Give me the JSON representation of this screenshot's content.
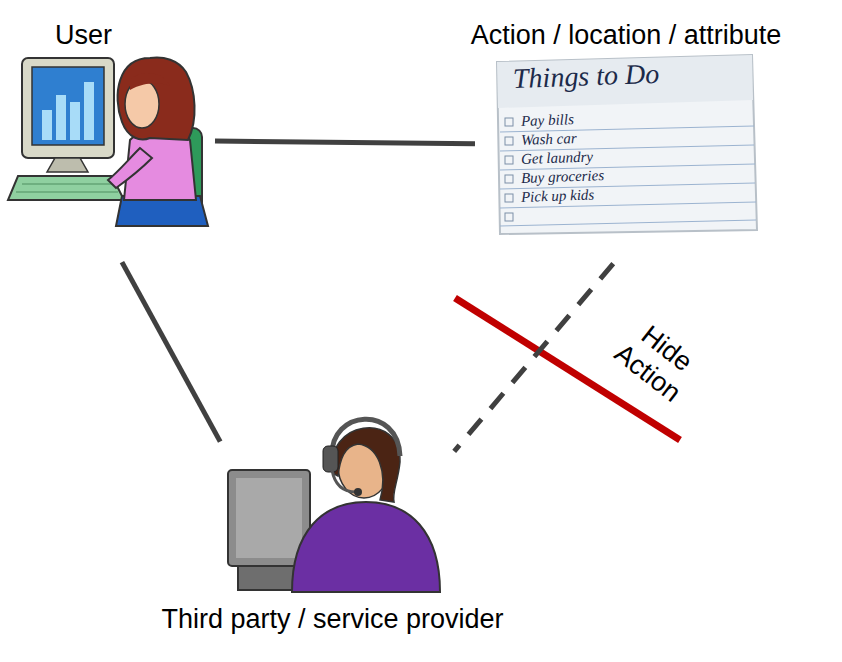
{
  "diagram": {
    "nodes": [
      {
        "text": [
          "User"
        ]
      },
      {
        "text": [
          "Action / location / attribute",
          "Things to Do",
          "Pay bills",
          "Wash car",
          "Get laundry",
          "Buy groceries",
          "Pick up kids"
        ]
      },
      {
        "text": [
          "Third party / service provider"
        ]
      }
    ],
    "edges": [
      {
        "from": 0,
        "to": 1,
        "arrow": "none"
      },
      {
        "from": 0,
        "to": 2,
        "arrow": "none"
      },
      {
        "from": 1,
        "to": 2,
        "arrow": "none"
      }
    ],
    "labels": [
      "Hide Action"
    ]
  }
}
